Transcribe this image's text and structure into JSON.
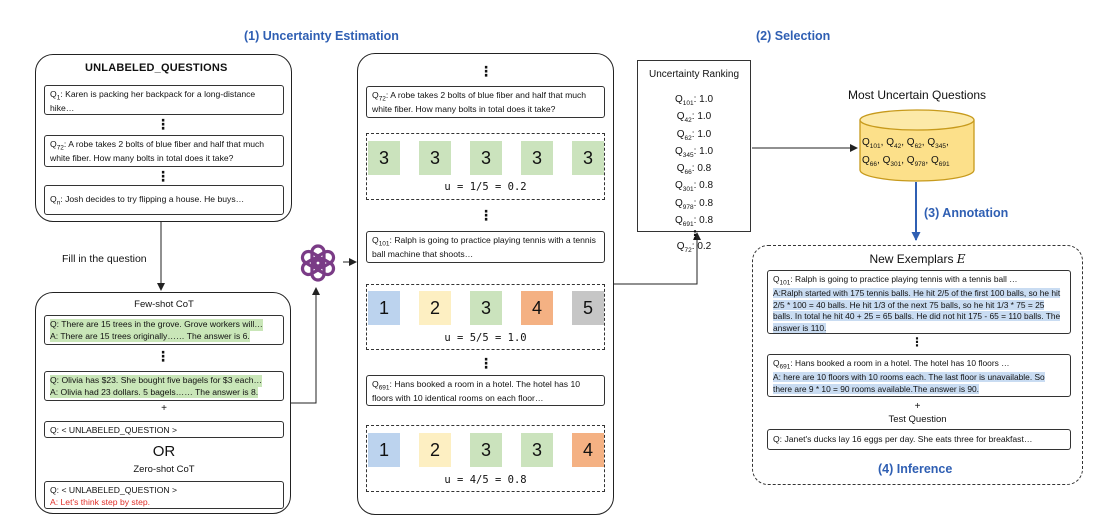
{
  "titles": {
    "uncertainty_estimation": "(1) Uncertainty Estimation",
    "selection": "(2) Selection",
    "annotation": "(3) Annotation",
    "inference": "(4) Inference"
  },
  "unlabeled": {
    "header": "UNLABELED_QUESTIONS",
    "q1_sub": "1",
    "q1_text": ": Karen is packing her backpack for a long-distance hike…",
    "q72_sub": "72",
    "q72_text": ": A robe takes 2 bolts of blue fiber and half that much white fiber. How many bolts in total does it take?",
    "qn_sub": "n",
    "qn_text": ": Josh decides to try flipping a house.  He buys…",
    "dots": "⋮"
  },
  "fill_label": "Fill in the question",
  "prompt_box": {
    "fewshot_title": "Few-shot CoT",
    "ex1_q": "Q: There are 15 trees in the grove. Grove workers will…",
    "ex1_a": "A: There are 15 trees originally…… The answer is 6.",
    "ex2_q": "Q: Olivia has $23. She bought five bagels for $3 each…",
    "ex2_a": "A: Olivia had 23 dollars. 5 bagels…… The answer is 8.",
    "plus": "+",
    "unlabeled_q": "Q: < UNLABELED_QUESTION >",
    "or": "OR",
    "zeroshot_title": "Zero-shot CoT",
    "zs_q": "Q: < UNLABELED_QUESTION >",
    "zs_a": "A: Let's think step by step.",
    "dots": "⋮"
  },
  "estimation": {
    "dots": "⋮",
    "blocks": [
      {
        "q_sub": "72",
        "q_text": ": A robe takes 2 bolts of blue fiber and half that much white fiber. How many bolts in total does it take?",
        "answers": [
          "3",
          "3",
          "3",
          "3",
          "3"
        ],
        "u_text": "u = 1/5 = 0.2"
      },
      {
        "q_sub": "101",
        "q_text": ": Ralph is going to practice playing tennis with a tennis ball machine that shoots…",
        "answers": [
          "1",
          "2",
          "3",
          "4",
          "5"
        ],
        "u_text": "u = 5/5 = 1.0"
      },
      {
        "q_sub": "691",
        "q_text": ": Hans booked a room in a hotel. The hotel has 10 floors with 10 identical rooms on each floor…",
        "answers": [
          "1",
          "2",
          "3",
          "3",
          "4"
        ],
        "u_text": "u = 4/5 = 0.8"
      }
    ]
  },
  "colors": {
    "1": "#bcd3ee",
    "2": "#fdefc2",
    "3": "#cbe3bd",
    "4": "#f4b183",
    "5": "#c6c6c6",
    "accent": "#2f5fb3",
    "db_fill": "#fce08a",
    "db_stroke": "#c79a1c",
    "gpt": "#7a3b86"
  },
  "ranking": {
    "title": "Uncertainty Ranking",
    "items": [
      {
        "q": "Q",
        "sub": "101",
        "val": ": 1.0"
      },
      {
        "q": "Q",
        "sub": "42",
        "val": ": 1.0"
      },
      {
        "q": "Q",
        "sub": "62",
        "val": ": 1.0"
      },
      {
        "q": "Q",
        "sub": "345",
        "val": ": 1.0"
      },
      {
        "q": "Q",
        "sub": "66",
        "val": ": 0.8"
      },
      {
        "q": "Q",
        "sub": "301",
        "val": ": 0.8"
      },
      {
        "q": "Q",
        "sub": "978",
        "val": ": 0.8"
      },
      {
        "q": "Q",
        "sub": "691",
        "val": ": 0.8"
      }
    ],
    "dots": "⋮",
    "last": {
      "q": "Q",
      "sub": "72",
      "val": ": 0.2"
    }
  },
  "most_uncertain": {
    "title": "Most Uncertain Questions",
    "line1": [
      {
        "q": "Q",
        "sub": "101",
        "sep": ", "
      },
      {
        "q": "Q",
        "sub": "42",
        "sep": ", "
      },
      {
        "q": "Q",
        "sub": "62",
        "sep": ", "
      },
      {
        "q": "Q",
        "sub": "345",
        "sep": ","
      }
    ],
    "line2": [
      {
        "q": "Q",
        "sub": "66",
        "sep": ", "
      },
      {
        "q": "Q",
        "sub": "301",
        "sep": ", "
      },
      {
        "q": "Q",
        "sub": "978",
        "sep": ", "
      },
      {
        "q": "Q",
        "sub": "691",
        "sep": ""
      }
    ]
  },
  "exemplars": {
    "title": "New Exemplars ",
    "title_var": "E",
    "e1_q_sub": "101",
    "e1_q": ": Ralph is going to practice playing tennis with a tennis ball …",
    "e1_a": "A:Ralph started with 175 tennis balls. He hit 2/5 of the first 100 balls, so he hit 2/5 * 100 = 40 balls. He hit 1/3 of the next 75 balls, so he hit 1/3 * 75 = 25 balls. In total he hit 40 + 25 = 65 balls. He did not hit 175 - 65 = 110 balls. The answer is 110.",
    "dots": "⋮",
    "e2_q_sub": "691",
    "e2_q": ": Hans booked a room in a hotel. The hotel has 10 floors …",
    "e2_a": "A: here are 10 floors with 10 rooms each. The last floor is unavailable. So there are 9 * 10 = 90 rooms available.The answer is 90.",
    "plus": "+",
    "test_label": "Test Question",
    "test_q": "Q: Janet's ducks lay 16 eggs per day. She eats three for breakfast…"
  }
}
